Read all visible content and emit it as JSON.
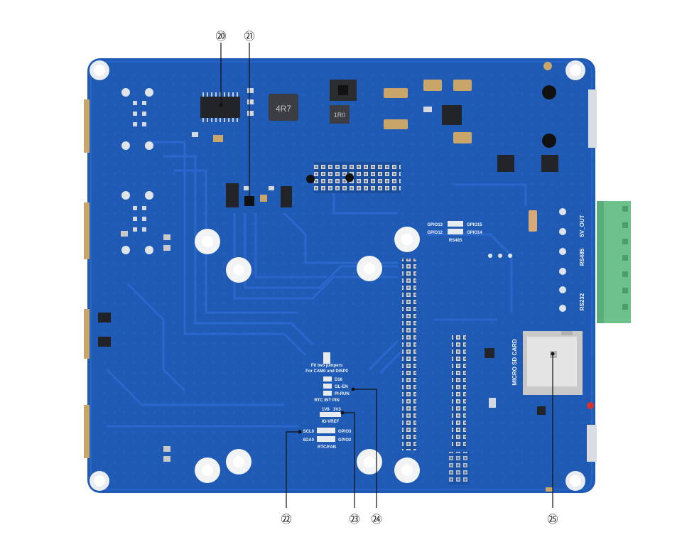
{
  "silkscreen": {
    "gpio13": "GPIO13",
    "gpio15": "GPIO15",
    "gpio12": "GPIO12",
    "gpio14": "GPIO14",
    "rs485_jumper": "RS485",
    "fit_jumpers_1": "Fit two jumpers",
    "fit_jumpers_2": "For CAM0 and DISP0",
    "d16": "D16",
    "gl_en": "GL-EN",
    "pi_run": "PI-RUN",
    "rtc_int_pin": "RTC INT PIN",
    "v1v8": "1V8",
    "v3v3": "3V3",
    "io_vref": "IO-VREF",
    "scl0": "SCL0",
    "gpio3": "GPIO3",
    "sda0": "SDA0",
    "gpio2": "GPIO2",
    "rtc_fan": "RTC/FAN",
    "five_v_out": "5V_OUT",
    "rs485_terminal": "RS485",
    "rs232_terminal": "RS232",
    "micro_sd_card": "MICRO SD CARD",
    "ic_marking_inductor": "4R7",
    "ic_marking_small": "1R0"
  },
  "callouts": [
    {
      "id": "c20",
      "label": "⑳"
    },
    {
      "id": "c21",
      "label": "㉑"
    },
    {
      "id": "c22",
      "label": "㉒"
    },
    {
      "id": "c23",
      "label": "㉓"
    },
    {
      "id": "c24",
      "label": "㉔"
    },
    {
      "id": "c25",
      "label": "㉕"
    }
  ],
  "colors": {
    "board": "#1f5bb5",
    "board_dark": "#194e9c",
    "trace": "#2a6ad0",
    "terminal_green": "#6cc28a",
    "copper": "#c9a56a",
    "sd_slot": "#c8c8c8",
    "background": "#ffffff"
  }
}
